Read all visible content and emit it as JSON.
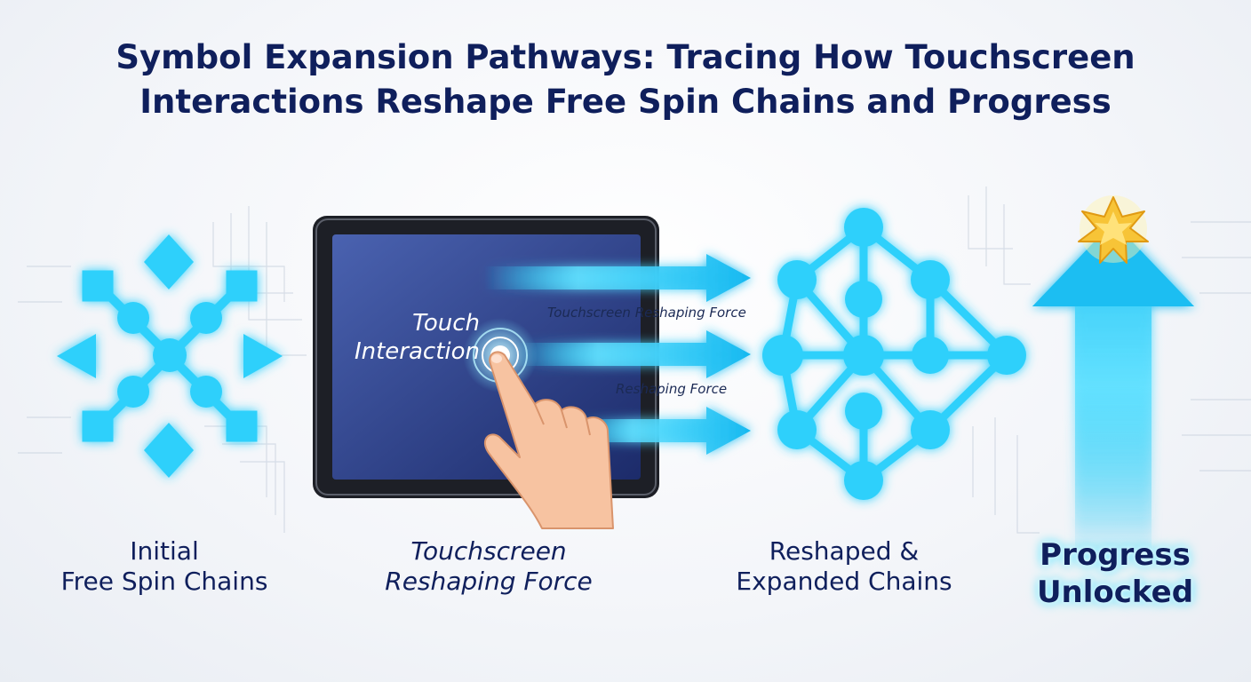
{
  "title": {
    "line1": "Symbol Expansion Pathways: Tracing How Touchscreen",
    "line2": "Interactions Reshape Free Spin Chains and Progress"
  },
  "stages": [
    {
      "line1": "Initial",
      "line2": "Free Spin Chains"
    },
    {
      "line1": "Touchscreen",
      "line2": "Reshaping Force"
    },
    {
      "line1": "Reshaped &",
      "line2": "Expanded Chains"
    },
    {
      "line1": "Progress",
      "line2": "Unlocked"
    }
  ],
  "tablet": {
    "touch_line1": "Touch",
    "touch_line2": "Interaction"
  },
  "arrow_labels": {
    "top": "Touchscreen Reshaping Force",
    "middle": "Reshaping Force"
  },
  "colors": {
    "title": "#0f1f5c",
    "accent": "#22c8f5",
    "glow": "#6ee7ff",
    "tablet_screen": "#2b3c82",
    "star": "#f7c437"
  },
  "icons": [
    "symbol-cluster-icon",
    "tablet-icon",
    "pointing-hand-icon",
    "network-graph-icon",
    "up-arrow-icon",
    "star-icon"
  ]
}
